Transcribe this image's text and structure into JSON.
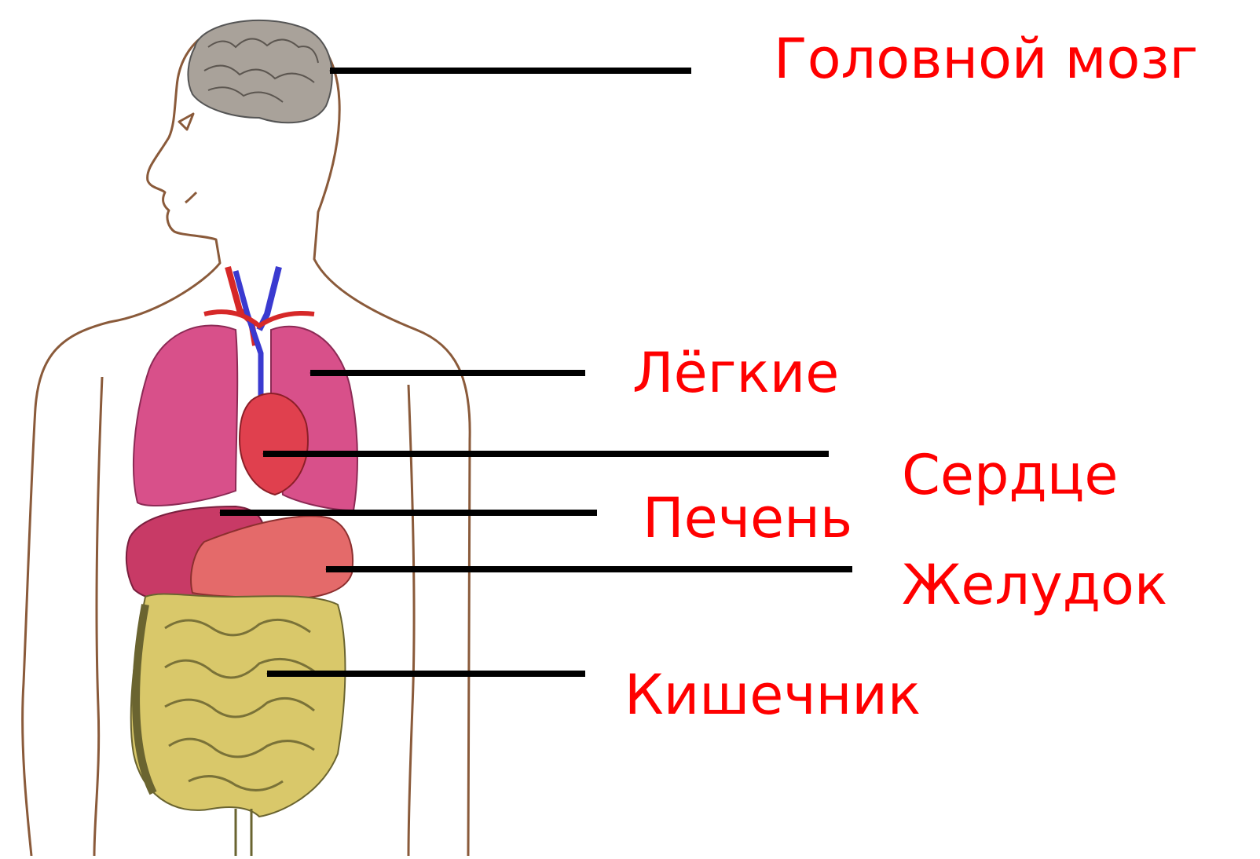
{
  "labels": {
    "brain": "Головной мозг",
    "lungs": "Лёгкие",
    "heart": "Сердце",
    "liver": "Печень",
    "stomach": "Желудок",
    "intestine": "Кишечник"
  },
  "colors": {
    "label_text": "#ff0000",
    "arrow": "#000000",
    "body_outline": "#8a5a3a",
    "brain": "#a9a29a",
    "lungs": "#d8508a",
    "heart": "#e0404e",
    "liver": "#c83a66",
    "stomach": "#e46a6a",
    "intestine": "#d9c86a",
    "artery": "#d62828",
    "vein": "#3a3ad0"
  }
}
